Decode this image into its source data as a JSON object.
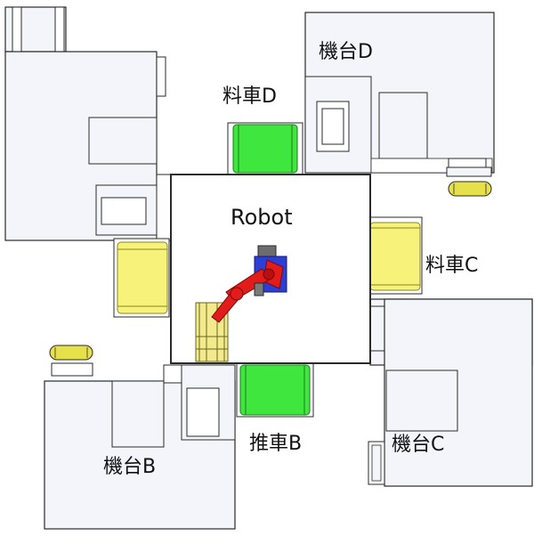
{
  "labels": {
    "machine_d": "機台D",
    "cart_d": "料車D",
    "robot": "Robot",
    "cart_c": "料車C",
    "machine_b": "機台B",
    "push_cart_b": "推車B",
    "machine_c": "機台C"
  },
  "colors": {
    "machine_fill": "#f3f5fb",
    "outline": "#2a2a2a",
    "green_cart": "#3ee63e",
    "yellow_cart": "#f7f27a",
    "yellow_wheel": "#e6e14a",
    "robot_red": "#e21b1b",
    "robot_blue": "#2b3fd6",
    "gripper_yellow": "#f2ea8c"
  }
}
